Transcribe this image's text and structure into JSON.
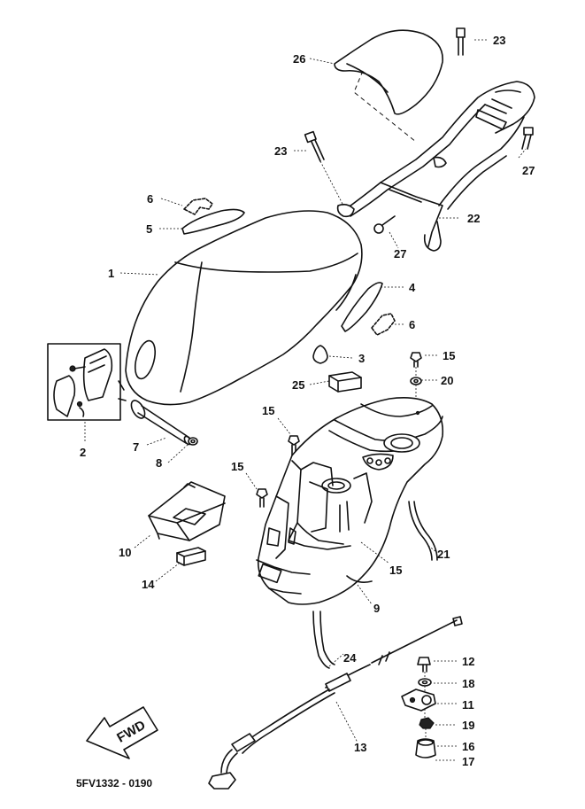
{
  "diagram_code": "5FV1332 - 0190",
  "fwd_label": "FWD",
  "callouts": {
    "p1": "1",
    "p2": "2",
    "p3": "3",
    "p4": "4",
    "p5": "5",
    "p6a": "6",
    "p6b": "6",
    "p7": "7",
    "p8": "8",
    "p9": "9",
    "p10": "10",
    "p11": "11",
    "p12": "12",
    "p13": "13",
    "p14": "14",
    "p15a": "15",
    "p15b": "15",
    "p15c": "15",
    "p15d": "15",
    "p16": "16",
    "p17": "17",
    "p18": "18",
    "p19": "19",
    "p20": "20",
    "p21": "21",
    "p22": "22",
    "p23a": "23",
    "p23b": "23",
    "p24": "24",
    "p25": "25",
    "p26": "26",
    "p27a": "27",
    "p27b": "27"
  }
}
